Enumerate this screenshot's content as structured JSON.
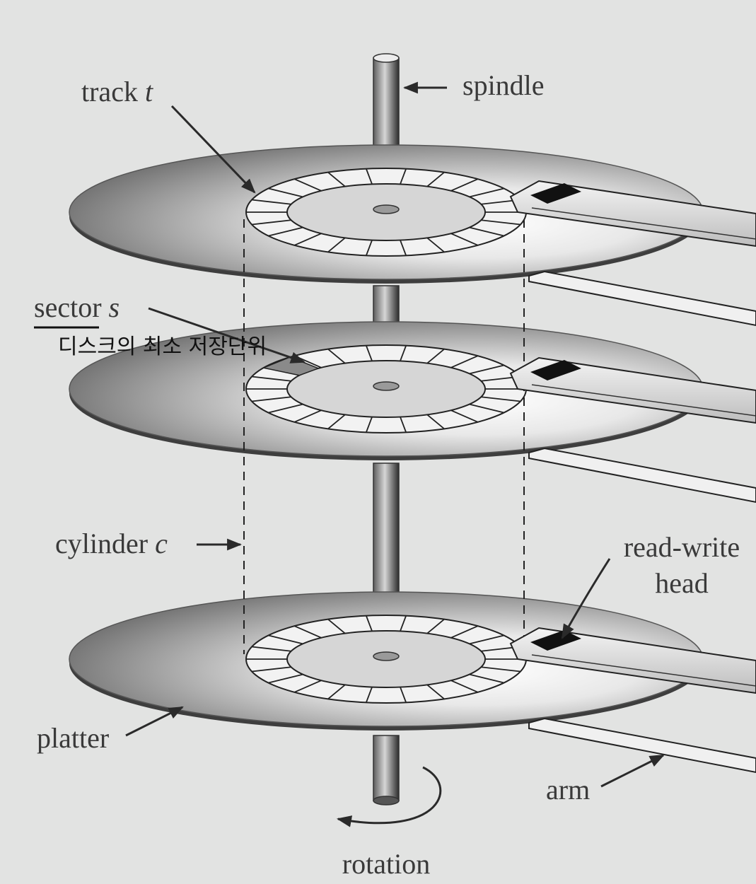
{
  "labels": {
    "track": "track",
    "track_var": "t",
    "spindle": "spindle",
    "sector": "sector",
    "sector_var": "s",
    "annotation": "디스크의 최소 저장단위",
    "cylinder": "cylinder",
    "cylinder_var": "c",
    "read_write": "read-write",
    "head": "head",
    "platter": "platter",
    "arm": "arm",
    "rotation": "rotation"
  }
}
